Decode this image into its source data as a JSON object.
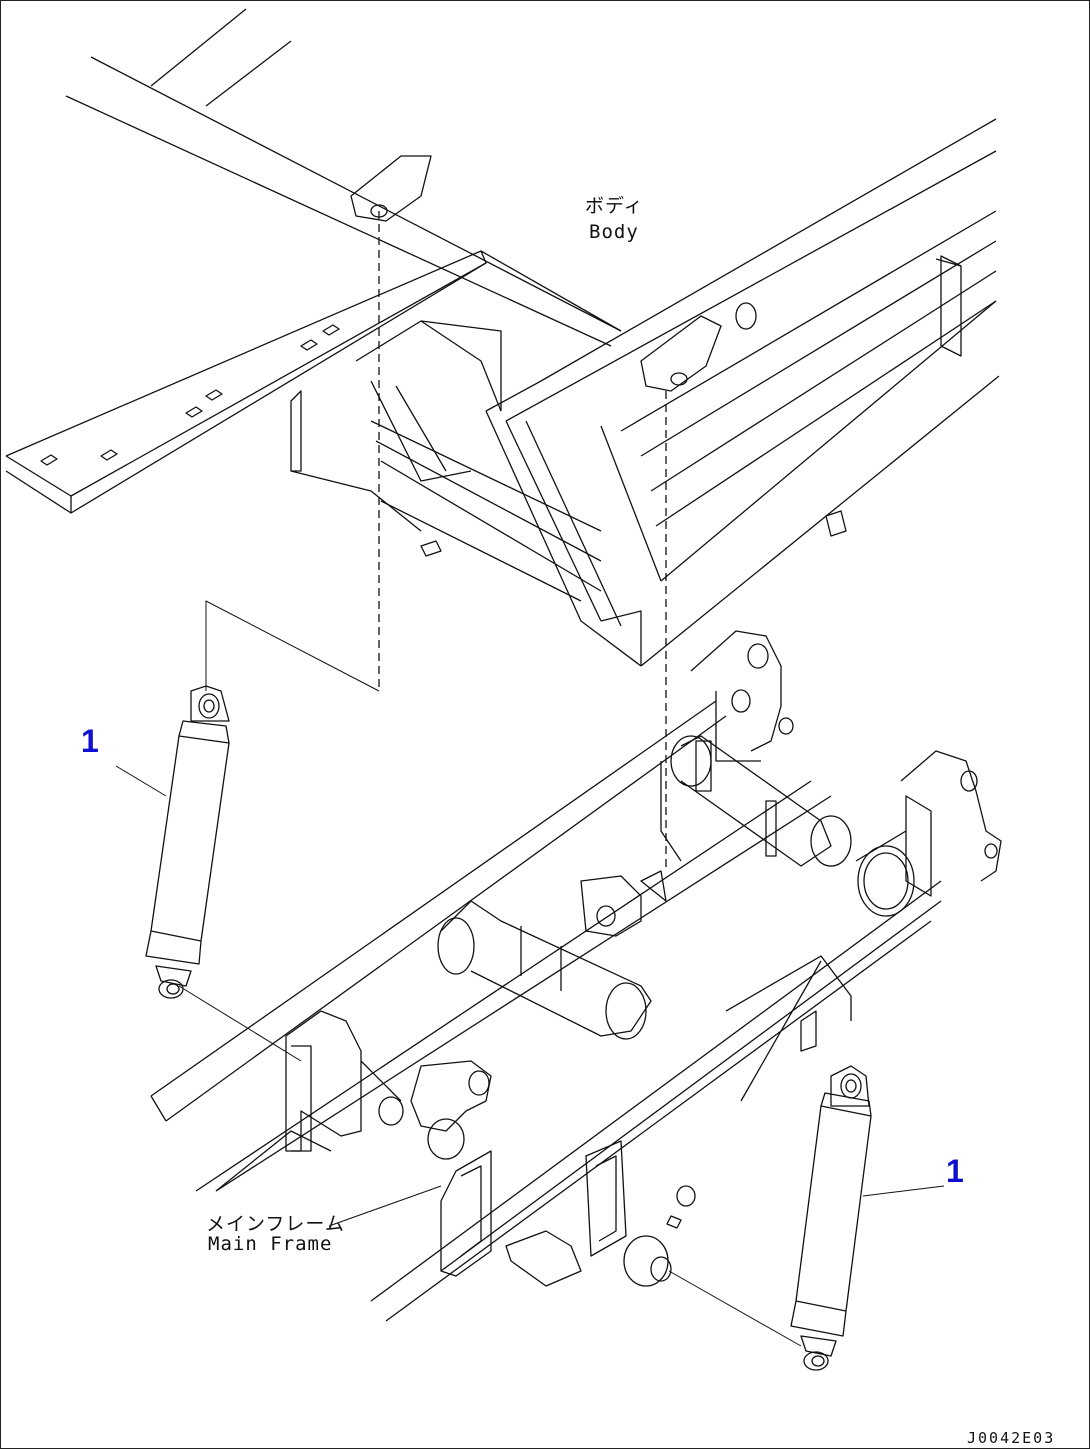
{
  "diagram": {
    "body_label_jp": "ボディ",
    "body_label_en": "Body",
    "main_frame_label_jp": "メインフレーム",
    "main_frame_label_en": "Main Frame",
    "callout_left": "1",
    "callout_right": "1",
    "drawing_code": "J0042E03",
    "callout_color": "#1010d0",
    "line_color": "#111111"
  }
}
